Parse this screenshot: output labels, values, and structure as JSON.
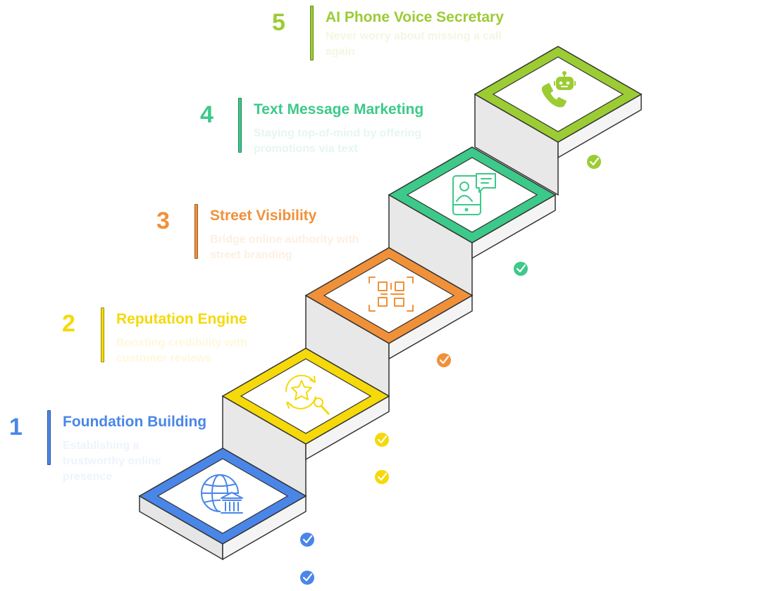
{
  "colors": {
    "blue": "#4a86e8",
    "yellow": "#f5d90a",
    "orange": "#f0913a",
    "teal": "#3cc98a",
    "green": "#9ccc34"
  },
  "steps": [
    {
      "number": "1",
      "title": "Foundation Building",
      "description": "Establishing a trustworthy online presence",
      "icon": "globe-bank-icon",
      "color": "#4a86e8",
      "desc_color": "#eef3fc"
    },
    {
      "number": "2",
      "title": "Reputation Engine",
      "description": "Boosting credibility with customer reviews",
      "icon": "star-search-icon",
      "color": "#f5d90a",
      "desc_color": "#fdf8dc"
    },
    {
      "number": "3",
      "title": "Street Visibility",
      "description": "Bridge online authority with street branding",
      "icon": "qr-code-icon",
      "color": "#f0913a",
      "desc_color": "#fdefe2"
    },
    {
      "number": "4",
      "title": "Text Message Marketing",
      "description": "Staying top-of-mind by offering promotions via text",
      "icon": "phone-chat-icon",
      "color": "#3cc98a",
      "desc_color": "#e5f7ee"
    },
    {
      "number": "5",
      "title": "AI Phone Voice Secretary",
      "description": "Never worry about missing a call again",
      "icon": "robot-phone-icon",
      "color": "#9ccc34",
      "desc_color": "#f1f8e1"
    }
  ]
}
